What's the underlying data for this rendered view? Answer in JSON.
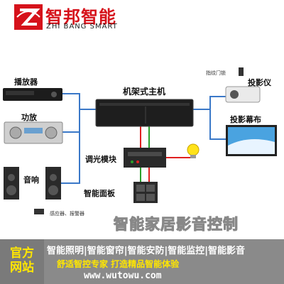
{
  "brand": {
    "name_cn": "智邦智能",
    "name_en": "ZHI BANG SMART",
    "color": "#d6121b"
  },
  "diagram": {
    "host": "机架式主机",
    "player": "播放器",
    "amplifier": "功放",
    "speakers": "音响",
    "dimmer": "调光模块",
    "panel": "智能面板",
    "sensors": "感应器、报警器",
    "projector": "投影仪",
    "screen": "投影幕布",
    "fingerprint_lock": "指纹门锁"
  },
  "banner": {
    "title": "智能家居影音控制"
  },
  "footer": {
    "side_line1": "官方",
    "side_line2": "网站",
    "categories": "智能照明|智能窗帘|智能安防|智能监控|智能影音",
    "slogan": "舒适智控专家  打造精品智能体验",
    "url": "www.wutowu.com"
  },
  "colors": {
    "wire": "#3a78c8",
    "red_wire": "#e02020",
    "green_wire": "#2aa02a",
    "footer_bg": "#8a8a8a",
    "footer_side": "#7a7a7a",
    "accent_yellow": "#ffe600"
  }
}
